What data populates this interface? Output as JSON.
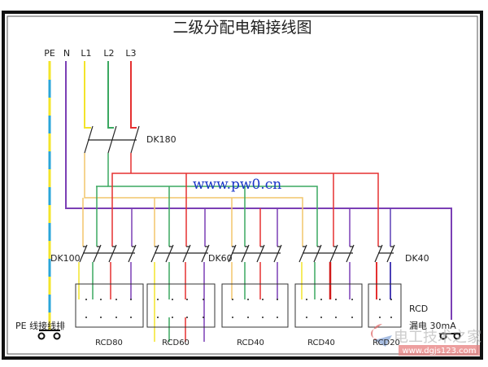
{
  "title": "二级分配电箱接线图",
  "wires": {
    "pe": "PE",
    "n": "N",
    "l1": "L1",
    "l2": "L2",
    "l3": "L3"
  },
  "main_switch": "DK180",
  "branch_switches": [
    "DK100",
    "DK60",
    "DK40"
  ],
  "rcds": [
    "RCD80",
    "RCD60",
    "RCD40",
    "RCD40",
    "RCD20"
  ],
  "rcd_note": {
    "label": "RCD",
    "leakage": "漏电 30mA"
  },
  "pe_bar_label": "PE 线接线排",
  "watermark": "www.pw0.cn",
  "logo": {
    "name": "电工技术之家",
    "url": "www.dgjs123.com"
  },
  "colors": {
    "pe_yellow": "#f3e42a",
    "pe_blue": "#2aa5d8",
    "n": "#7b3fb5",
    "l1": "#f2c66b",
    "l2": "#3aa860",
    "l3": "#e53030"
  }
}
